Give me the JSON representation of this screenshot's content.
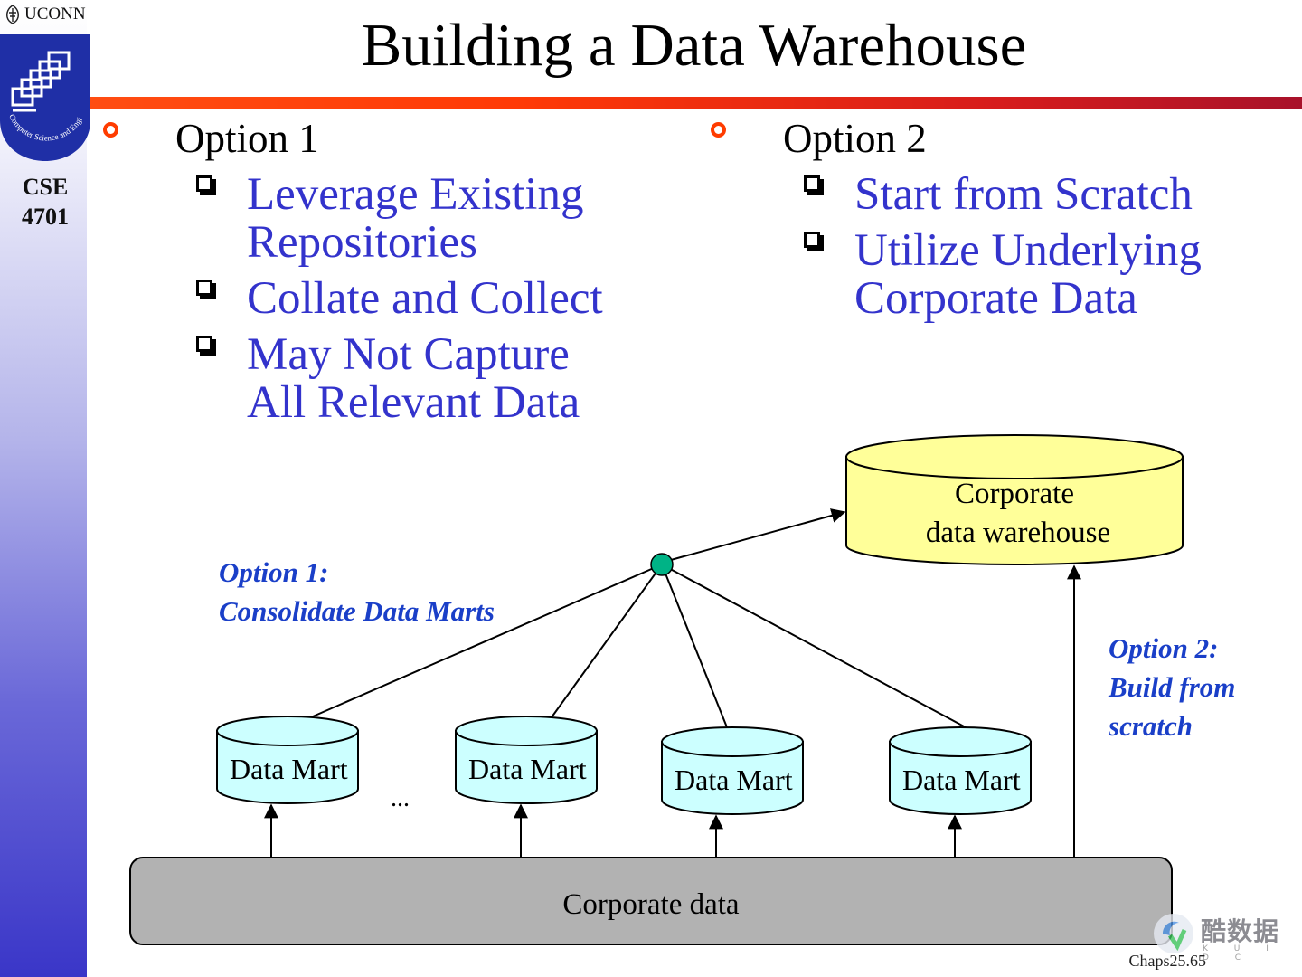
{
  "brand": {
    "university": "UCONN",
    "logo_ring_text": "Computer Science and Engineering",
    "course_code": "CSE",
    "course_number": "4701"
  },
  "slide": {
    "title": "Building a Data Warehouse",
    "footer": "Chaps25.65"
  },
  "options": [
    {
      "label": "Option 1",
      "points": [
        [
          "Leverage Existing",
          "Repositories"
        ],
        [
          "Collate and Collect"
        ],
        [
          "May Not Capture",
          "All Relevant Data"
        ]
      ]
    },
    {
      "label": "Option 2",
      "points": [
        [
          "Start from Scratch"
        ],
        [
          "Utilize Underlying",
          "Corporate Data"
        ]
      ]
    }
  ],
  "diagram": {
    "warehouse": [
      "Corporate",
      "data warehouse"
    ],
    "data_marts": [
      "Data Mart",
      "Data Mart",
      "Data Mart",
      "Data Mart"
    ],
    "ellipsis": "...",
    "source": "Corporate data",
    "option1_caption": [
      "Option 1:",
      "Consolidate Data Marts"
    ],
    "option2_caption": [
      "Option 2:",
      "Build from",
      "scratch"
    ]
  },
  "watermark": {
    "text": "酷数据",
    "sub": "K U I D C"
  },
  "colors": {
    "bullet_text": "#3333cc",
    "title_rule": "#ff3a06",
    "caption": "#1a3fc8",
    "warehouse_fill": "#ffff99",
    "mart_fill": "#ccffff",
    "source_fill": "#b2b2b2",
    "hub_fill": "#00b386"
  }
}
